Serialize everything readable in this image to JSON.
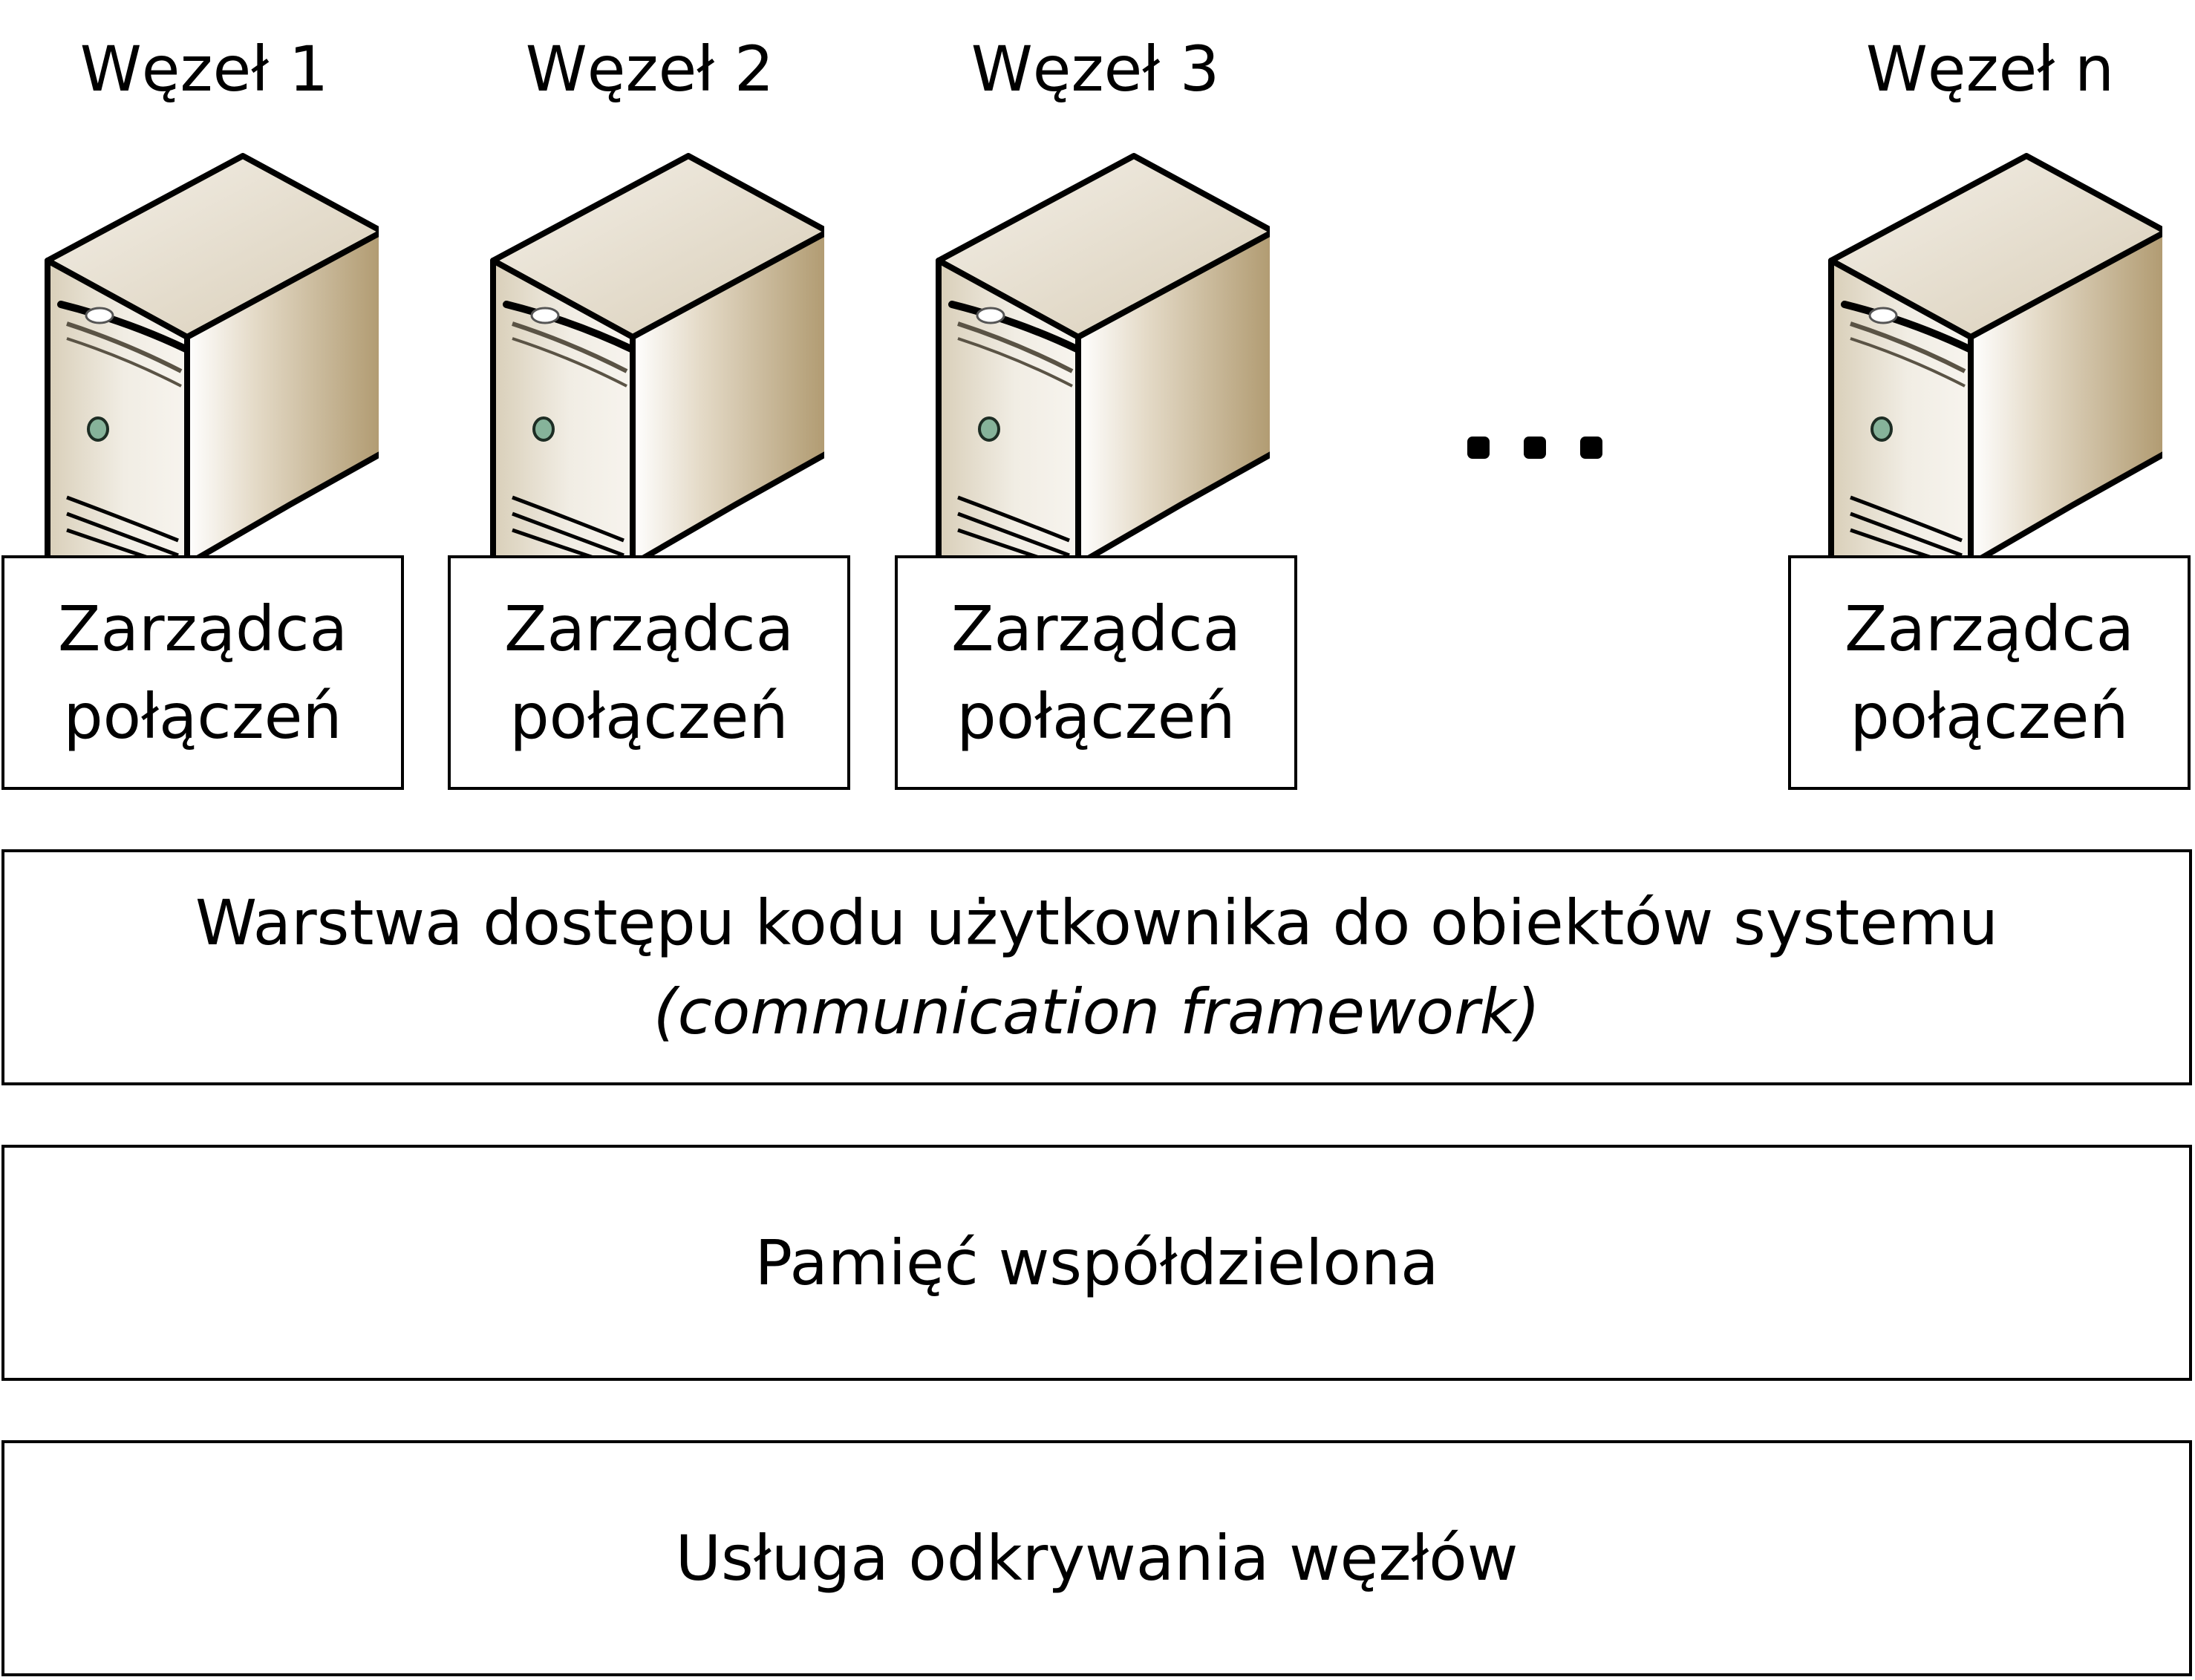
{
  "nodes": [
    {
      "title": "Węzeł 1",
      "manager_line1": "Zarządca",
      "manager_line2": "połączeń"
    },
    {
      "title": "Węzeł 2",
      "manager_line1": "Zarządca",
      "manager_line2": "połączeń"
    },
    {
      "title": "Węzeł 3",
      "manager_line1": "Zarządca",
      "manager_line2": "połączeń"
    },
    {
      "title": "Węzeł n",
      "manager_line1": "Zarządca",
      "manager_line2": "połączeń"
    }
  ],
  "ellipsis": "...",
  "layers": {
    "access": {
      "line1": "Warstwa dostępu kodu użytkownika do obiektów systemu",
      "line2": "(communication framework)"
    },
    "shared_memory": {
      "label": "Pamięć współdzielona"
    },
    "discovery": {
      "label": "Usługa odkrywania węzłów"
    }
  },
  "colors": {
    "server_front": "#e9e3d6",
    "server_side": "#b9a57f",
    "server_top": "#f3efe7",
    "led": "#86b39a",
    "border": "#000000"
  },
  "icons": {
    "server": "server-tower-icon"
  }
}
